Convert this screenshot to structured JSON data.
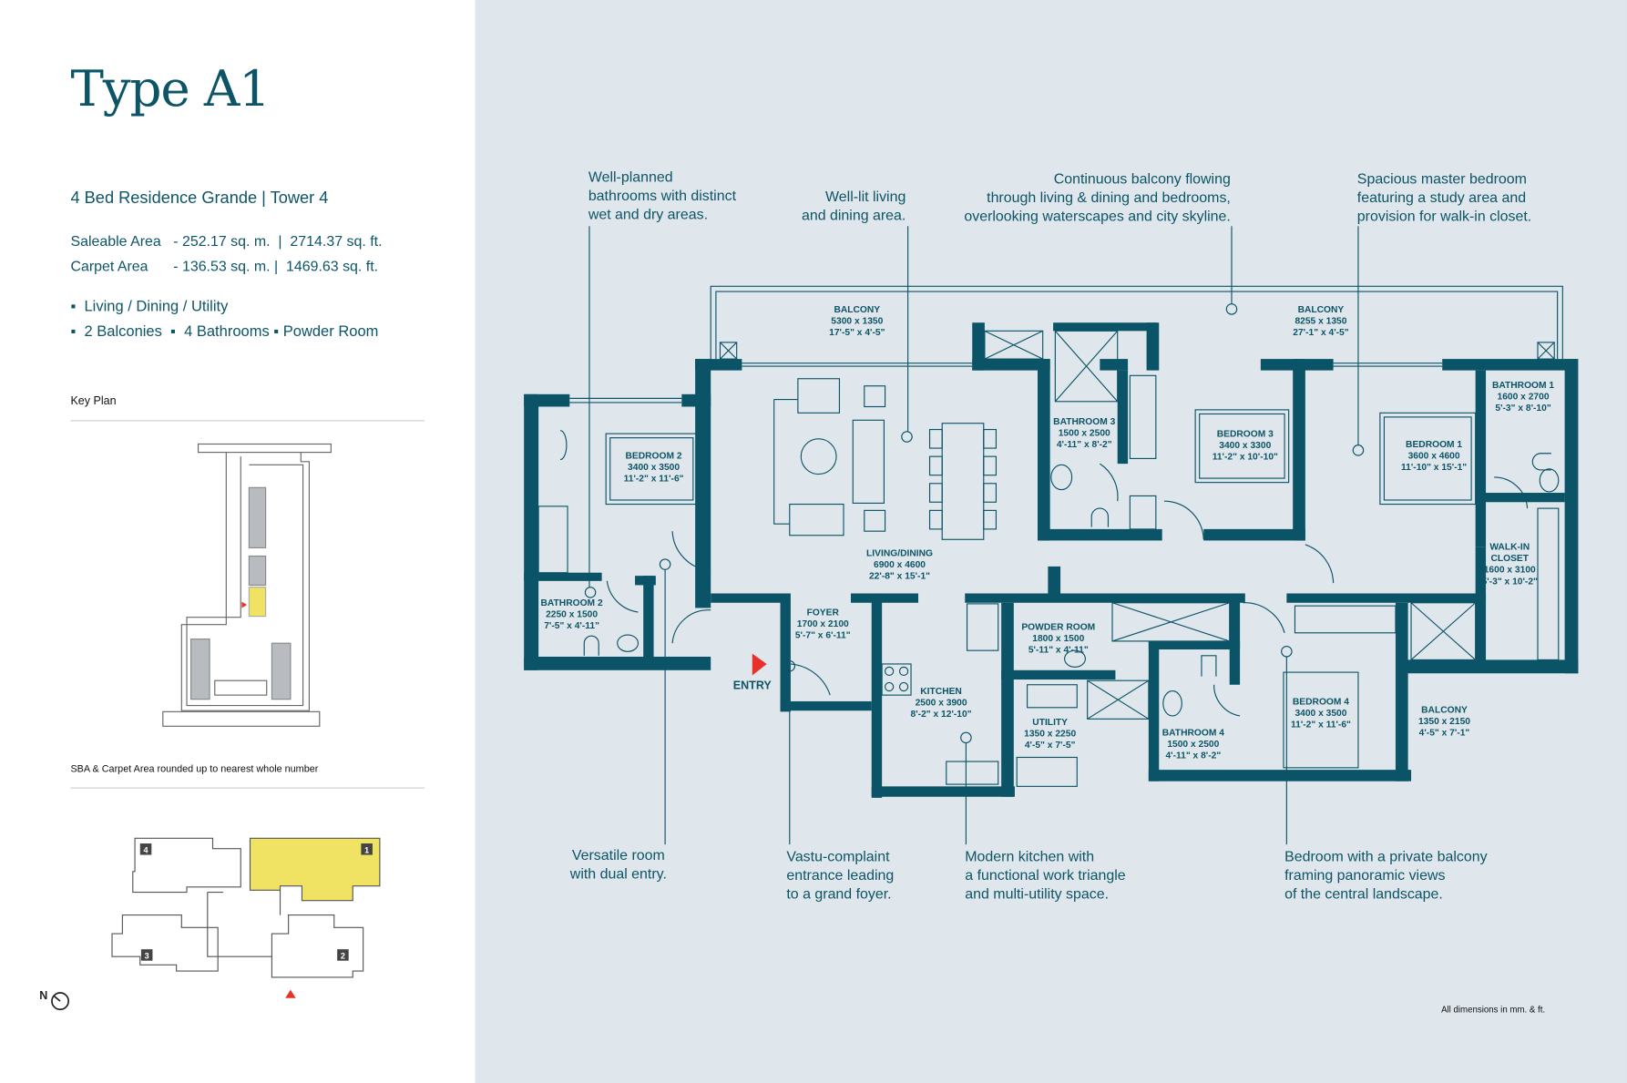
{
  "title": "Type A1",
  "subtitle": "4 Bed Residence Grande  |  Tower 4",
  "areas": [
    {
      "label": "Saleable Area",
      "value": "- 252.17 sq. m.  |  2714.37 sq. ft."
    },
    {
      "label": "Carpet Area",
      "value": "- 136.53 sq. m. |  1469.63 sq. ft."
    }
  ],
  "features": [
    "▪  Living / Dining / Utility",
    "▪  2 Balconies  ▪  4 Bathrooms ▪ Powder Room"
  ],
  "key_plan_label": "Key Plan",
  "rounding_note": "SBA & Carpet Area rounded up to nearest whole number",
  "tower_numbers": [
    "1",
    "2",
    "3",
    "4"
  ],
  "north_label": "N",
  "colors": {
    "brand": "#0d5566",
    "wall": "#0b5467",
    "highlight": "#f0e262",
    "entry": "#e8312a",
    "plan_bg": "#dfe6ec"
  },
  "callouts": {
    "bathrooms": "Well-planned\nbathrooms with distinct\nwet and dry areas.",
    "living": "Well-lit living\nand dining area.",
    "balcony": "Continuous balcony flowing\nthrough living & dining and bedrooms,\noverlooking waterscapes and city skyline.",
    "master": "Spacious master bedroom\nfeaturing a study area and\nprovision for walk-in closet.",
    "versatile": "Versatile room\nwith dual entry.",
    "foyer": "Vastu-complaint\nentrance leading\nto a grand foyer.",
    "kitchen": "Modern kitchen with\na functional work triangle\nand multi-utility space.",
    "bedroom4": "Bedroom with a private balcony\nframing panoramic views\nof the central landscape."
  },
  "entry_label": "ENTRY",
  "dimensions_note": "All dimensions in mm. & ft.",
  "rooms": [
    {
      "name": "BALCONY",
      "mm": "5300 x 1350",
      "ft": "17'-5\" x 4'-5\""
    },
    {
      "name": "BALCONY",
      "mm": "8255 x 1350",
      "ft": "27'-1\" x 4'-5\""
    },
    {
      "name": "BEDROOM 2",
      "mm": "3400 x 3500",
      "ft": "11'-2\" x 11'-6\""
    },
    {
      "name": "BATHROOM 2",
      "mm": "2250 x 1500",
      "ft": "7'-5\" x 4'-11\""
    },
    {
      "name": "LIVING/DINING",
      "mm": "6900 x 4600",
      "ft": "22'-8\" x 15'-1\""
    },
    {
      "name": "FOYER",
      "mm": "1700 x 2100",
      "ft": "5'-7\" x 6'-11\""
    },
    {
      "name": "KITCHEN",
      "mm": "2500 x 3900",
      "ft": "8'-2\" x 12'-10\""
    },
    {
      "name": "POWDER ROOM",
      "mm": "1800 x 1500",
      "ft": "5'-11\" x 4'-11\""
    },
    {
      "name": "UTILITY",
      "mm": "1350 x 2250",
      "ft": "4'-5\" x 7'-5\""
    },
    {
      "name": "BATHROOM 3",
      "mm": "1500 x 2500",
      "ft": "4'-11\" x 8'-2\""
    },
    {
      "name": "BEDROOM 3",
      "mm": "3400 x 3300",
      "ft": "11'-2\" x 10'-10\""
    },
    {
      "name": "BEDROOM 1",
      "mm": "3600 x 4600",
      "ft": "11'-10\" x 15'-1\""
    },
    {
      "name": "BATHROOM 1",
      "mm": "1600 x 2700",
      "ft": "5'-3\" x 8'-10\""
    },
    {
      "name": "WALK-IN CLOSET",
      "mm": "1600 x 3100",
      "ft": "5'-3\" x 10'-2\""
    },
    {
      "name": "BEDROOM 4",
      "mm": "3400 x 3500",
      "ft": "11'-2\" x 11'-6\""
    },
    {
      "name": "BATHROOM 4",
      "mm": "1500 x 2500",
      "ft": "4'-11\" x 8'-2\""
    },
    {
      "name": "BALCONY",
      "mm": "1350 x 2150",
      "ft": "4'-5\" x 7'-1\""
    }
  ]
}
